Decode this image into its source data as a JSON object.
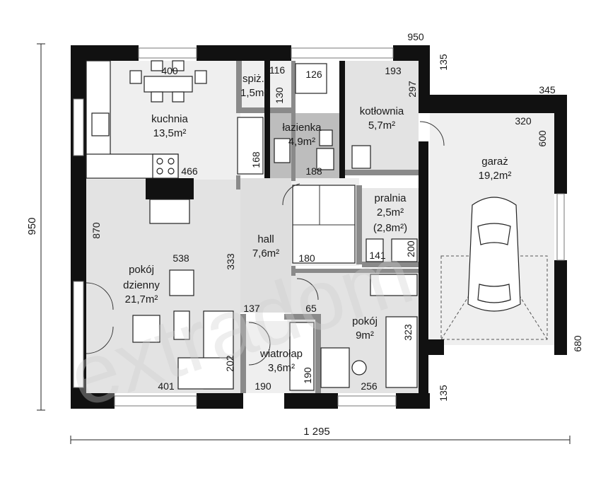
{
  "rooms": {
    "kuchnia": {
      "name": "kuchnia",
      "area": "13,5m²"
    },
    "spizarnia": {
      "name": "spiż.",
      "area": "1,5m²"
    },
    "lazienka": {
      "name": "łazienka",
      "area": "4,9m²"
    },
    "kotlownia": {
      "name": "kotłownia",
      "area": "5,7m²"
    },
    "garaz": {
      "name": "garaż",
      "area": "19,2m²"
    },
    "pralnia": {
      "name": "pralnia",
      "area": "2,5m²",
      "area_alt": "(2,8m²)"
    },
    "hall": {
      "name": "hall",
      "area": "7,6m²"
    },
    "pokoj_dzienny": {
      "name_line1": "pokój",
      "name_line2": "dzienny",
      "area": "21,7m²"
    },
    "pokoj": {
      "name": "pokój",
      "area": "9m²"
    },
    "wiatrolap": {
      "name": "wiatrołap",
      "area": "3,6m²"
    }
  },
  "dimensions": {
    "overall_width": "1 295",
    "overall_height": "950",
    "top_950": "950",
    "d400": "400",
    "d116": "116",
    "d130": "130",
    "d126": "126",
    "d193": "193",
    "d135_top": "135",
    "d297": "297",
    "d345": "345",
    "d320": "320",
    "d600": "600",
    "d168": "168",
    "d188": "188",
    "d466": "466",
    "d870": "870",
    "d333": "333",
    "d538": "538",
    "d180": "180",
    "d141": "141",
    "d200": "200",
    "d137": "137",
    "d65": "65",
    "d323": "323",
    "d202": "202",
    "d401": "401",
    "d190": "190",
    "d190v": "190",
    "d256": "256",
    "d135_bottom": "135",
    "d680": "680"
  },
  "watermark": "extradom",
  "colors": {
    "wall": "#111111",
    "floor_light": "#efefef",
    "floor_bath": "#bdbdbd",
    "floor_room": "#e3e3e3"
  }
}
